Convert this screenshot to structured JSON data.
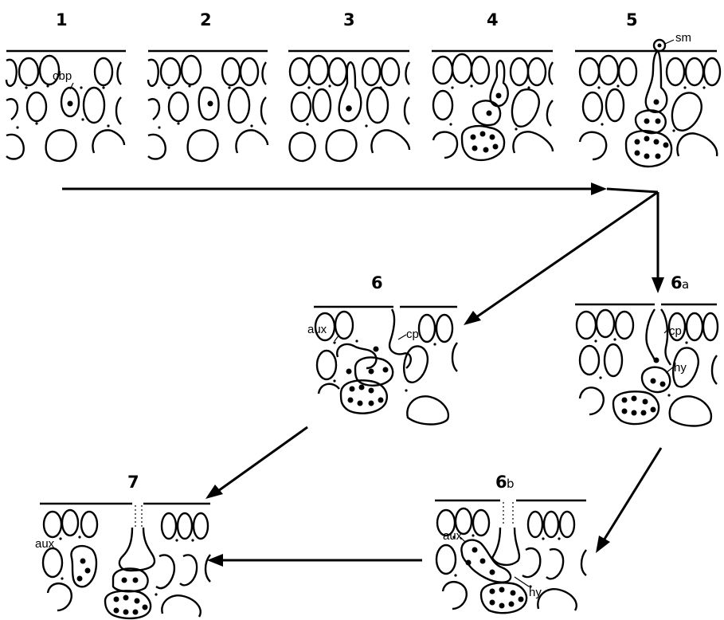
{
  "stages": [
    {
      "id": "s1",
      "num": "1",
      "sub": ""
    },
    {
      "id": "s2",
      "num": "2",
      "sub": ""
    },
    {
      "id": "s3",
      "num": "3",
      "sub": ""
    },
    {
      "id": "s4",
      "num": "4",
      "sub": ""
    },
    {
      "id": "s5",
      "num": "5",
      "sub": ""
    },
    {
      "id": "s6",
      "num": "6",
      "sub": ""
    },
    {
      "id": "s6a",
      "num": "6",
      "sub": "a"
    },
    {
      "id": "s6b",
      "num": "6",
      "sub": "b"
    },
    {
      "id": "s7",
      "num": "7",
      "sub": ""
    }
  ],
  "labels": {
    "cbp": "cbp",
    "sm": "sm",
    "aux": "aux",
    "cp": "cp",
    "hy": "hy"
  }
}
